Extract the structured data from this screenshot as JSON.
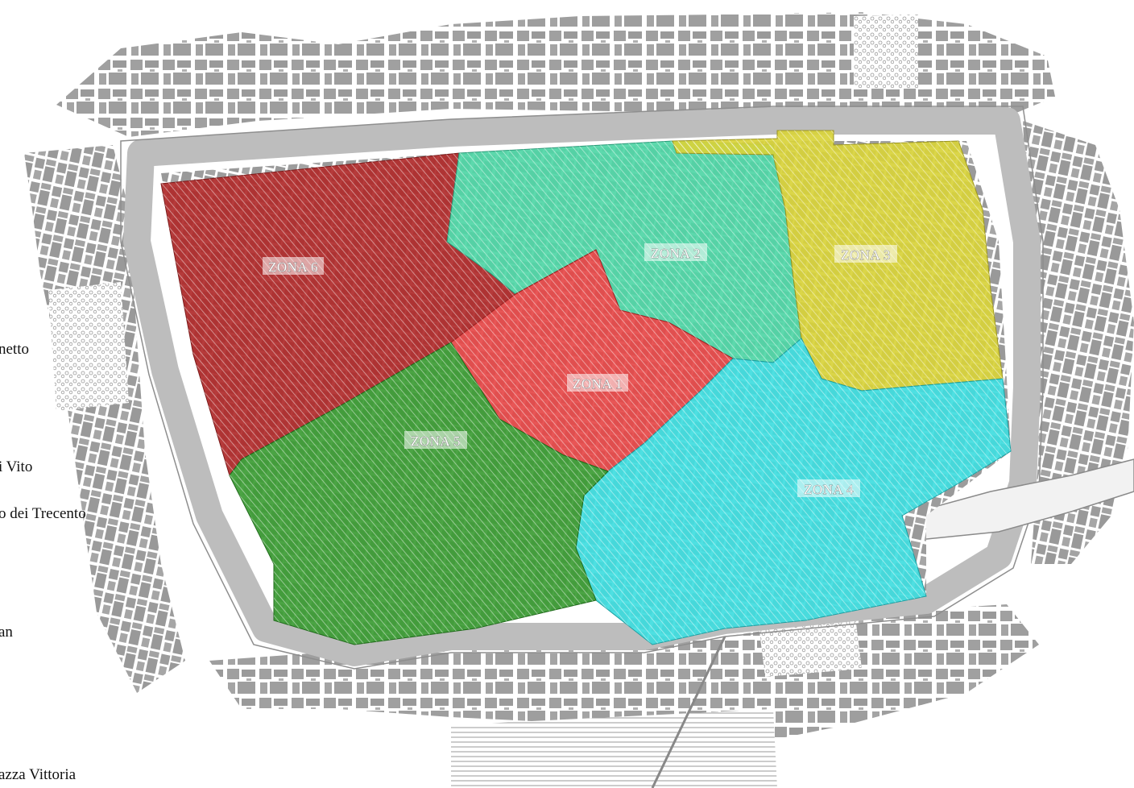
{
  "colors": {
    "background": "#ffffff",
    "buildings": "#9b9b9b",
    "streets": "#d8d8d8",
    "zona_1": "#e64848",
    "zona_2": "#4fd6a6",
    "zona_3": "#d8d23a",
    "zona_4": "#3fdde0",
    "zona_5": "#3c9c34",
    "zona_6": "#b02a2a"
  },
  "zones": [
    {
      "id": "zona_1",
      "label": "ZONA 1"
    },
    {
      "id": "zona_2",
      "label": "ZONA 2"
    },
    {
      "id": "zona_3",
      "label": "ZONA 3"
    },
    {
      "id": "zona_4",
      "label": "ZONA 4"
    },
    {
      "id": "zona_5",
      "label": "ZONA 5"
    },
    {
      "id": "zona_6",
      "label": "ZONA 6"
    }
  ],
  "side_labels": [
    {
      "id": "label_1",
      "text": "netto"
    },
    {
      "id": "label_2",
      "text": "i Vito"
    },
    {
      "id": "label_3",
      "text": "o dei Trecento"
    },
    {
      "id": "label_4",
      "text": "an"
    },
    {
      "id": "label_5",
      "text": "azza Vittoria"
    }
  ]
}
